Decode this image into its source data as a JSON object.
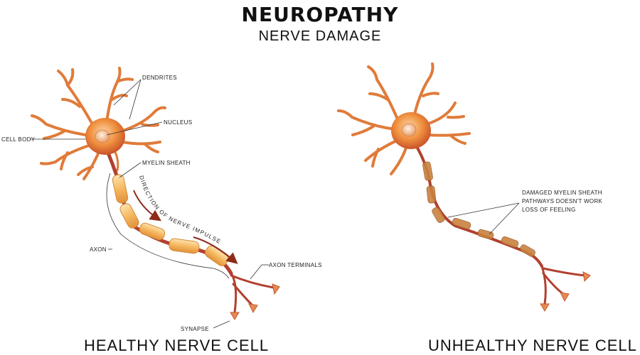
{
  "header": {
    "title": "NEUROPATHY",
    "subtitle": "NERVE DAMAGE"
  },
  "healthy": {
    "caption": "HEALTHY NERVE CELL",
    "labels": {
      "dendrites": "DENDRITES",
      "nucleus": "NUCLEUS",
      "cell_body": "CELL BODY",
      "myelin_sheath": "MYELIN SHEATH",
      "direction": "DIRECTION OF NERVE IMPULSE",
      "axon": "AXON",
      "axon_terminals": "AXON TERMINALS",
      "synapse": "SYNAPSE"
    }
  },
  "unhealthy": {
    "caption": "UNHEALTHY NERVE CELL",
    "labels": {
      "damaged_1": "DAMAGED MYELIN SHEATH",
      "damaged_2": "PATHWAYS DOESN'T WORK",
      "damaged_3": "LOSS OF FEELING"
    }
  },
  "colors": {
    "cell_body": "#ee8a3a",
    "dendrite": "#e07b3a",
    "axon": "#b2402f",
    "myelin": "#f6c16f",
    "damaged_myelin": "#c9823f",
    "arrow": "#8e2a1a"
  }
}
